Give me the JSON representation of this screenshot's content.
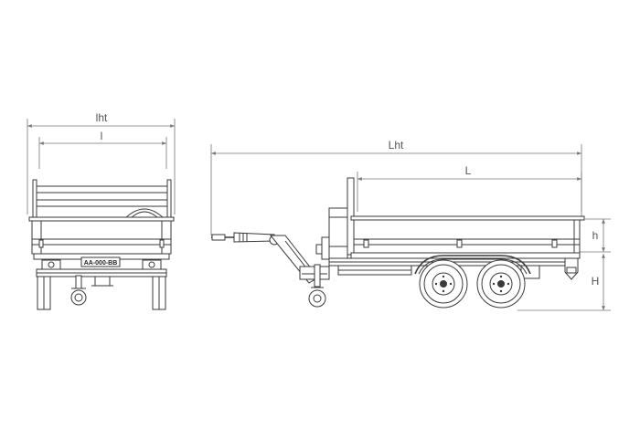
{
  "dimensions": {
    "front_overall_width": "lht",
    "front_inner_width": "l",
    "side_overall_length": "Lht",
    "side_body_length": "L",
    "side_wall_height": "h",
    "side_loading_height": "H"
  },
  "license_plate": "AA-000-BB",
  "colors": {
    "line": "#3a3a3a",
    "dimension_line": "#777777",
    "background": "#ffffff"
  }
}
